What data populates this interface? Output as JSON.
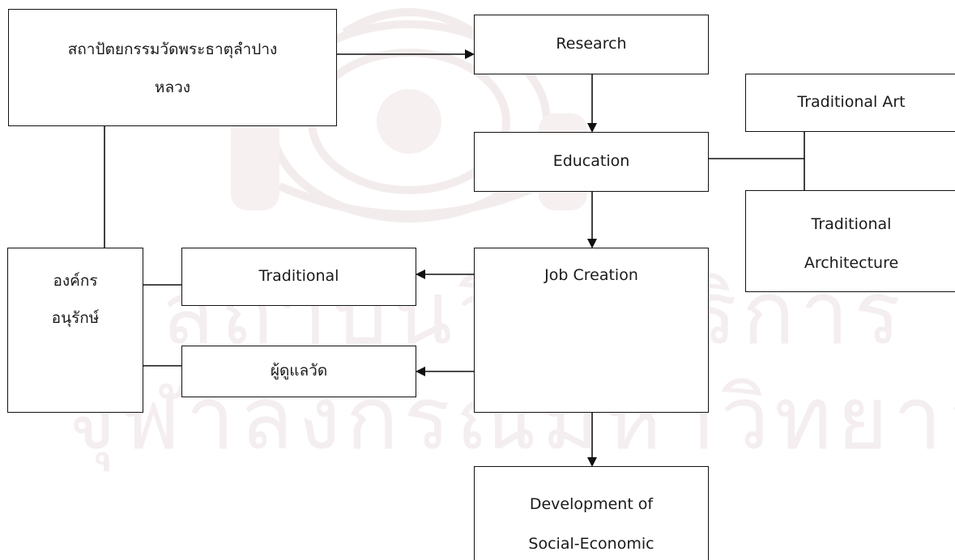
{
  "diagram": {
    "nodes": {
      "temple": "สถาปัตยกรรมวัดพระธาตุลำปาง\nหลวง",
      "research": "Research",
      "education": "Education",
      "traditional_art": "Traditional Art",
      "traditional_architecture": "Traditional\nArchitecture",
      "job_creation": "Job Creation",
      "conservation_org": "องค์กร\nอนุรักษ์",
      "traditional": "Traditional",
      "temple_caretaker": "ผู้ดูแลวัด",
      "development": "Development of\nSocial-Economic"
    },
    "edges": [
      {
        "from": "temple",
        "to": "research",
        "arrow": true
      },
      {
        "from": "research",
        "to": "education",
        "arrow": true
      },
      {
        "from": "education",
        "to": "traditional_art",
        "arrow": false
      },
      {
        "from": "education",
        "to": "traditional_architecture",
        "arrow": false
      },
      {
        "from": "education",
        "to": "job_creation",
        "arrow": true
      },
      {
        "from": "job_creation",
        "to": "traditional",
        "arrow": true
      },
      {
        "from": "job_creation",
        "to": "temple_caretaker",
        "arrow": true
      },
      {
        "from": "job_creation",
        "to": "development",
        "arrow": true
      },
      {
        "from": "temple",
        "to": "conservation_org",
        "arrow": false
      },
      {
        "from": "conservation_org",
        "to": "traditional",
        "arrow": false
      },
      {
        "from": "conservation_org",
        "to": "temple_caretaker",
        "arrow": false
      }
    ]
  },
  "watermark": {
    "line1": "สถาบันวิทยบริการ",
    "line2": "จุฬาลงกรณ์มหาวิทยาลัย"
  },
  "colors": {
    "line": "#111111",
    "watermark": "#f4eef0"
  }
}
